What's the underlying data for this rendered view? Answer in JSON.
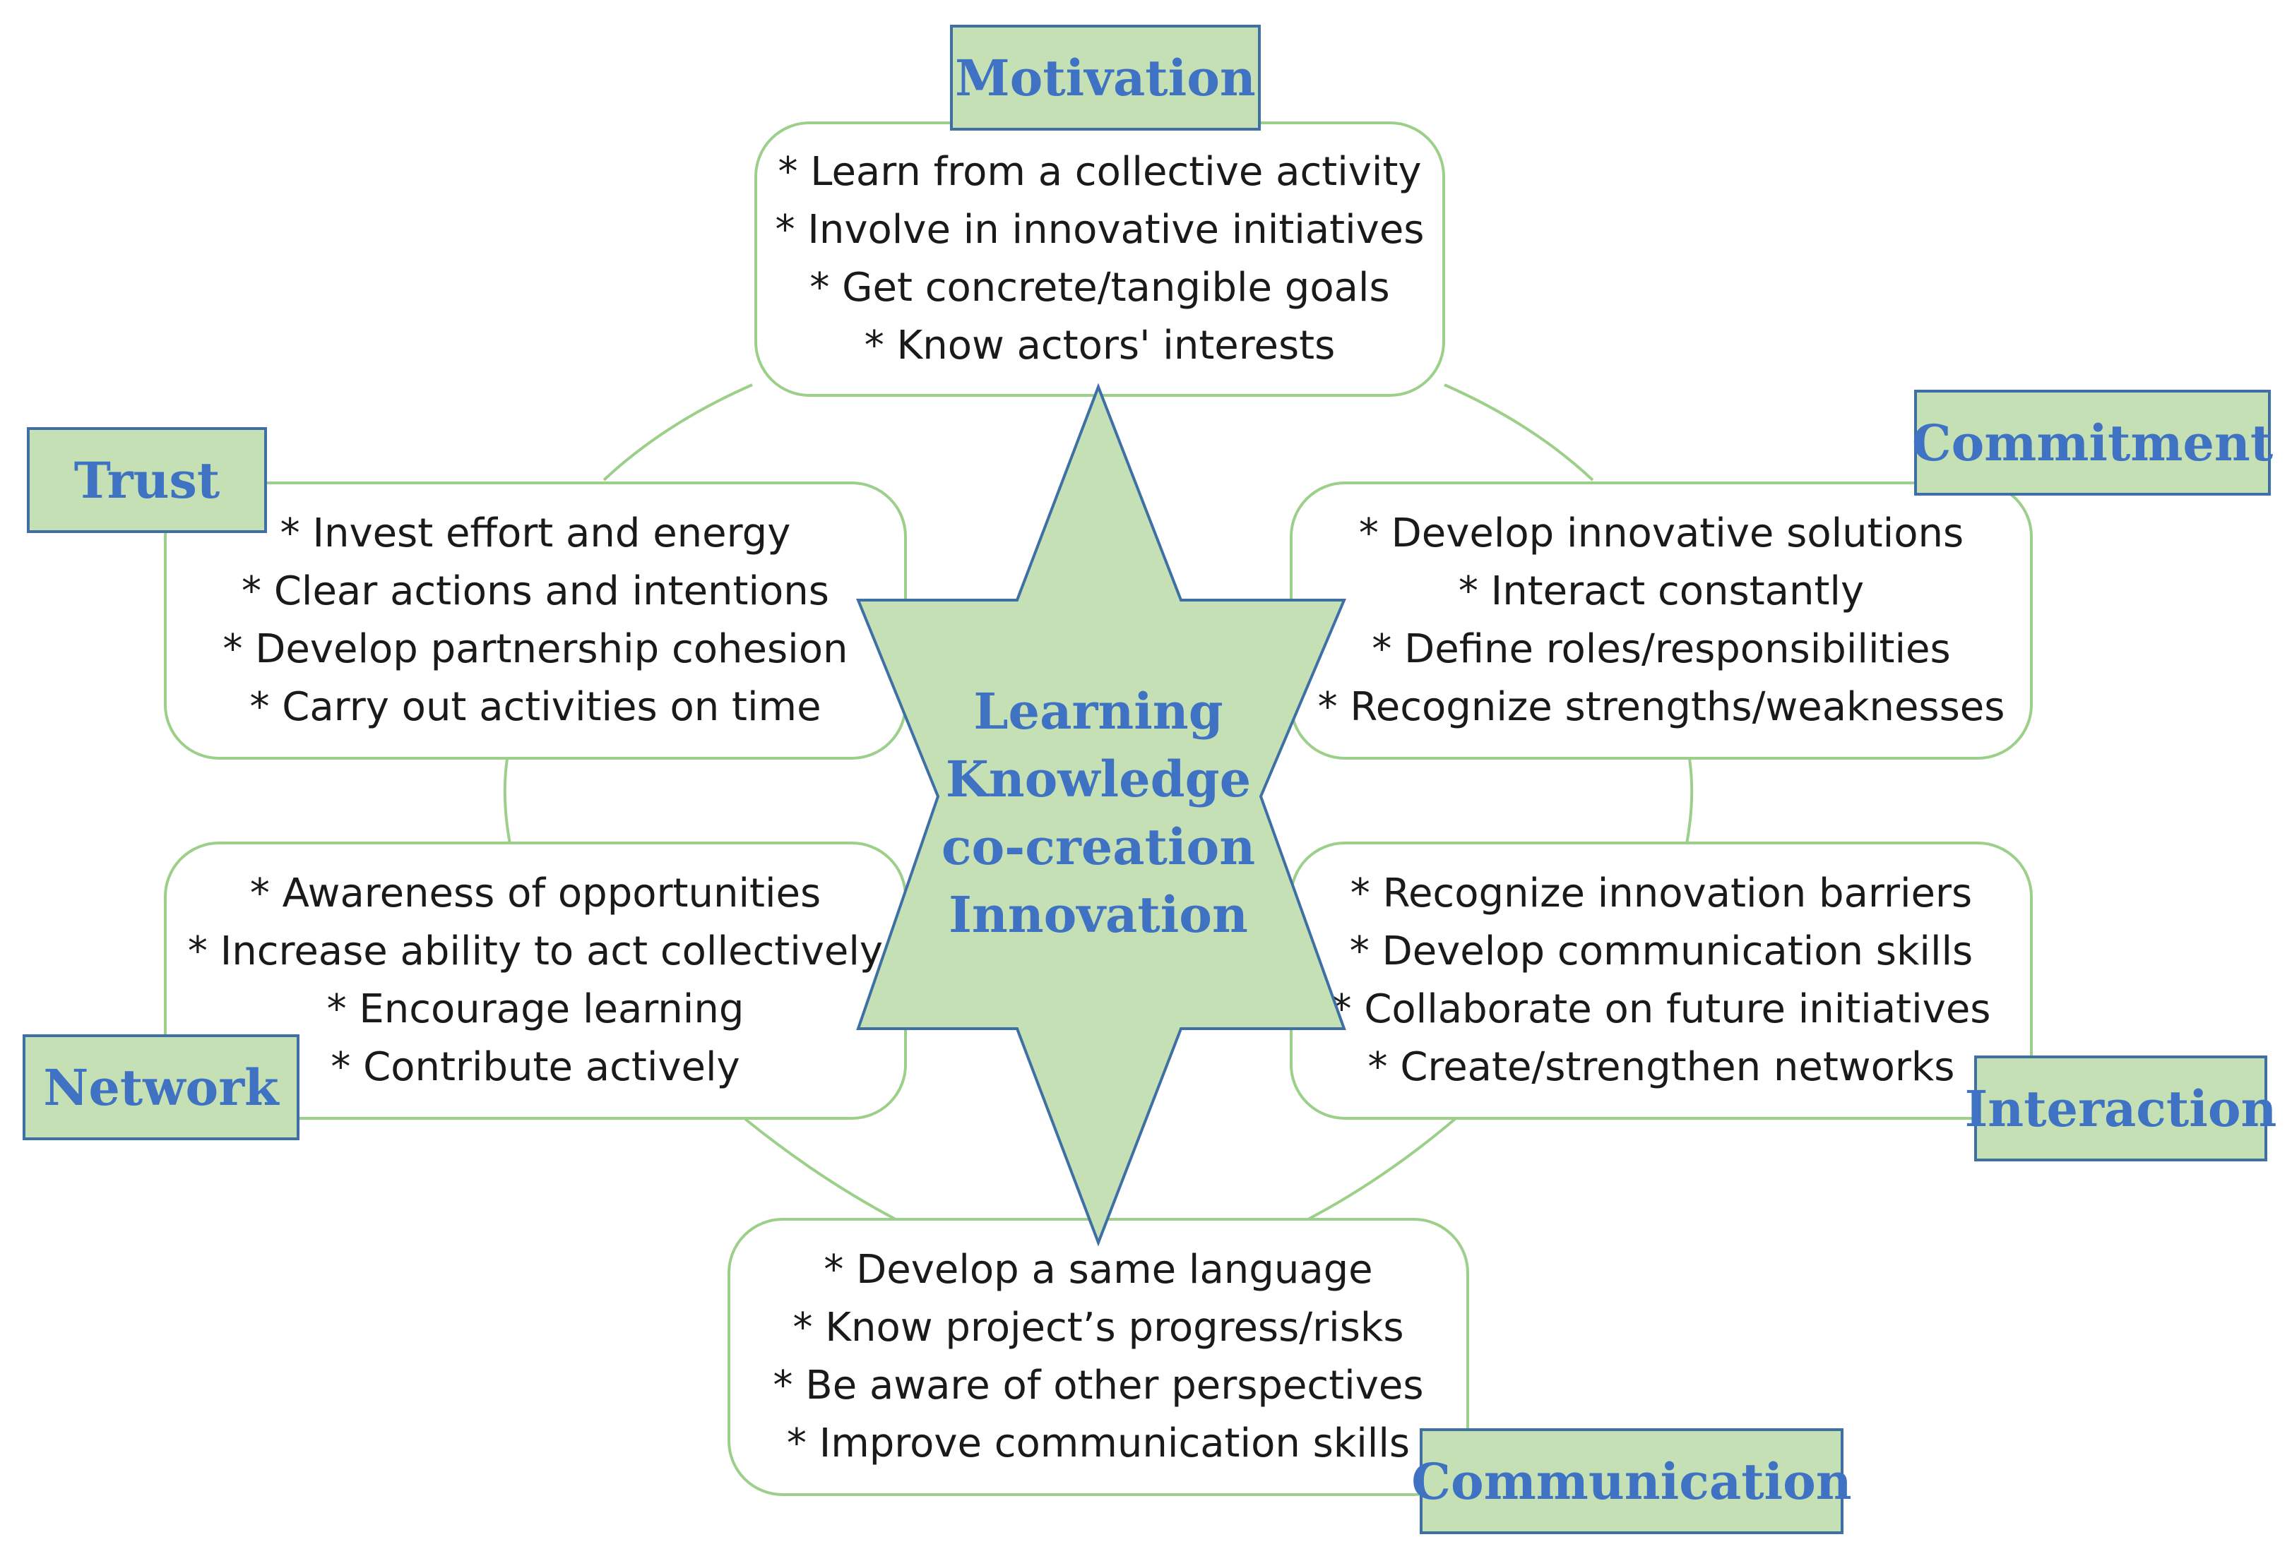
{
  "colors": {
    "box_border": "#9cd08a",
    "label_fill": "#c5e0b4",
    "label_border": "#3e70a6",
    "label_text": "#3f72c2",
    "star_fill": "#c5e0b4",
    "star_border": "#3e70a6",
    "connector": "#9cd08a",
    "item_text": "#1a1a1a"
  },
  "center": {
    "lines": [
      "Learning",
      "Knowledge",
      "co-creation",
      "Innovation"
    ]
  },
  "categories": {
    "motivation": {
      "label": "Motivation",
      "items": [
        "* Learn from a collective activity",
        "* Involve in innovative initiatives",
        "* Get concrete/tangible goals",
        "* Know actors' interests"
      ]
    },
    "commitment": {
      "label": "Commitment",
      "items": [
        "* Develop innovative solutions",
        "* Interact constantly",
        "* Define roles/responsibilities",
        "* Recognize strengths/weaknesses"
      ]
    },
    "interaction": {
      "label": "Interaction",
      "items": [
        "* Recognize innovation barriers",
        "* Develop communication skills",
        "* Collaborate on future initiatives",
        "* Create/strengthen networks"
      ]
    },
    "communication": {
      "label": "Communication",
      "items": [
        "* Develop a same language",
        "* Know project’s progress/risks",
        "* Be aware of other perspectives",
        "* Improve communication skills"
      ]
    },
    "network": {
      "label": "Network",
      "items": [
        "* Awareness of opportunities",
        "* Increase ability to act collectively",
        "* Encourage learning",
        "* Contribute actively"
      ]
    },
    "trust": {
      "label": "Trust",
      "items": [
        "* Invest effort and energy",
        "* Clear actions and intentions",
        "* Develop partnership cohesion",
        "* Carry out activities on time"
      ]
    }
  }
}
